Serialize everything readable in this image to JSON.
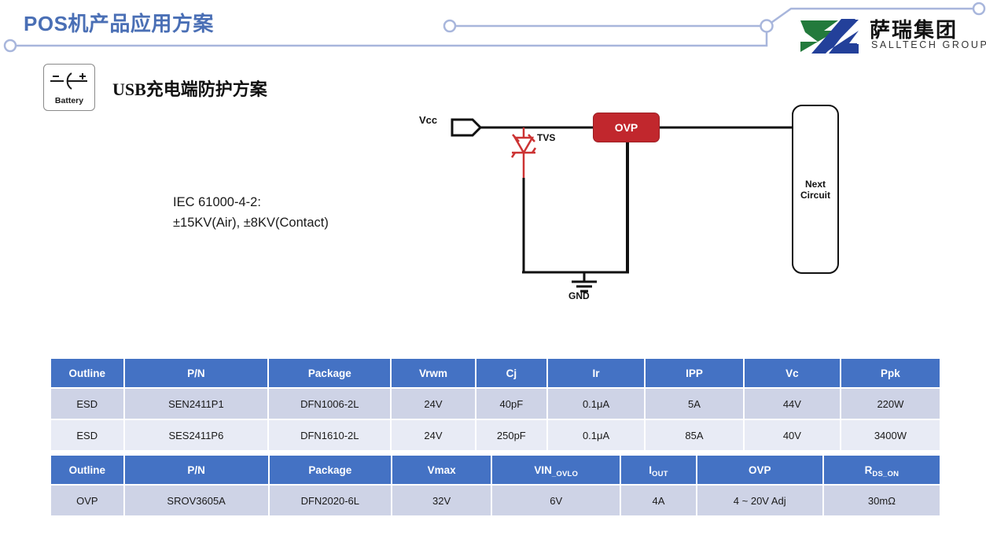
{
  "slide": {
    "title": "POS机产品应用方案",
    "title_color": "#4A6FB5",
    "section_title": "USB充电端防护方案",
    "badge": {
      "label": "Battery",
      "icon": "battery-icon"
    },
    "note_line1": "IEC 61000-4-2:",
    "note_line2": "±15KV(Air), ±8KV(Contact)"
  },
  "brand": {
    "name_cn": "萨瑞集团",
    "name_en": "SALLTECH GROUP",
    "logo_green": "#237A3C",
    "logo_blue": "#23409A"
  },
  "circuit": {
    "vcc_label": "Vcc",
    "tvs_label": "TVS",
    "gnd_label": "GND",
    "ovp_label": "OVP",
    "ovp_color": "#C1272D",
    "tvs_color": "#CC3333",
    "next_circuit_line1": "Next",
    "next_circuit_line2": "Circuit"
  },
  "tables": [
    {
      "id": "esd-table",
      "headers": [
        "Outline",
        "P/N",
        "Package",
        "Vrwm",
        "Cj",
        "Ir",
        "IPP",
        "Vc",
        "Ppk"
      ],
      "rows": [
        [
          "ESD",
          "SEN2411P1",
          "DFN1006-2L",
          "24V",
          "40pF",
          "0.1μA",
          "5A",
          "44V",
          "220W"
        ],
        [
          "ESD",
          "SES2411P6",
          "DFN1610-2L",
          "24V",
          "250pF",
          "0.1μA",
          "85A",
          "40V",
          "3400W"
        ]
      ]
    },
    {
      "id": "ovp-table",
      "headers_rich": [
        {
          "main": "Outline",
          "sub": ""
        },
        {
          "main": "P/N",
          "sub": ""
        },
        {
          "main": "Package",
          "sub": ""
        },
        {
          "main": "Vmax",
          "sub": ""
        },
        {
          "main": "VIN",
          "sub": "_OVLO"
        },
        {
          "main": "I",
          "sub": "OUT"
        },
        {
          "main": "OVP",
          "sub": ""
        },
        {
          "main": "R",
          "sub": "DS_ON"
        }
      ],
      "rows": [
        [
          "OVP",
          "SROV3605A",
          "DFN2020-6L",
          "32V",
          "6V",
          "4A",
          "4 ~ 20V Adj",
          "30mΩ"
        ]
      ]
    }
  ],
  "theme": {
    "header_blue": "#4472C4",
    "row_a": "#CED3E6",
    "row_b": "#E8EBF5",
    "deco_line": "#A8B6DC"
  }
}
